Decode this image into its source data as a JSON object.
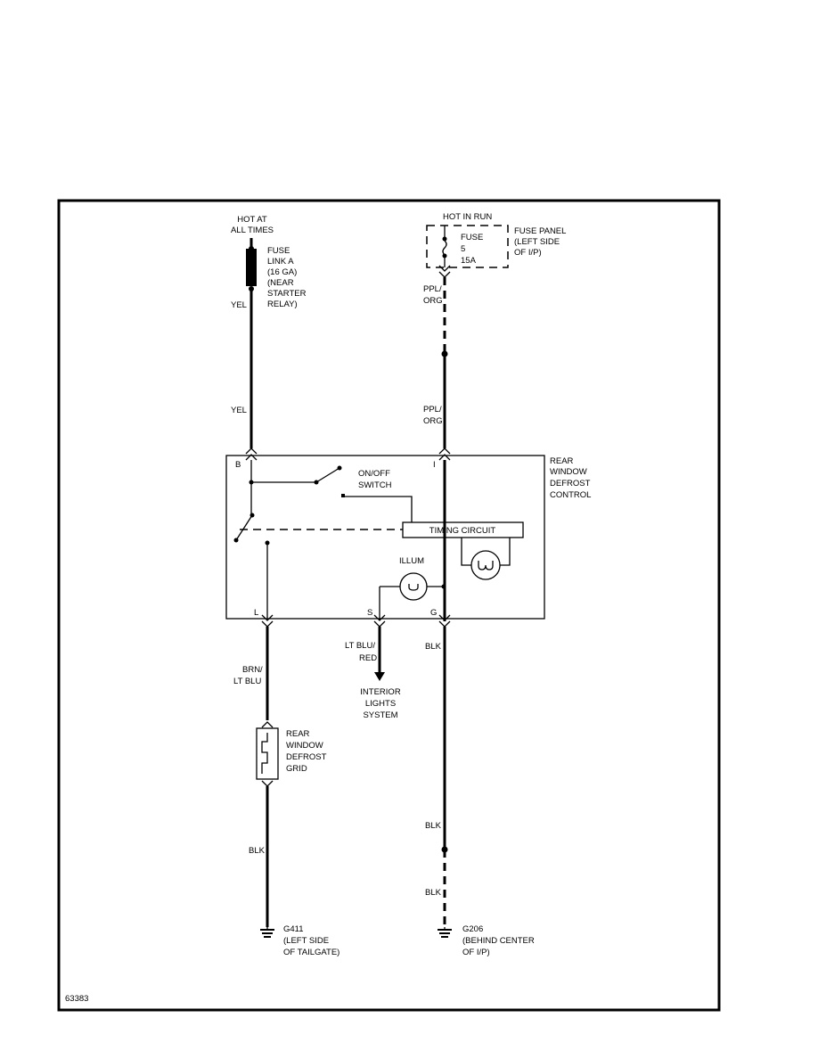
{
  "top_left": {
    "l1": "HOT AT",
    "l2": "ALL TIMES"
  },
  "fuse_link": {
    "l1": "FUSE",
    "l2": "LINK A",
    "l3": "(16 GA)",
    "l4": "(NEAR",
    "l5": "STARTER",
    "l6": "RELAY)"
  },
  "top_right": {
    "label": "HOT IN RUN"
  },
  "fuse": {
    "l1": "FUSE",
    "l2": "5",
    "l3": "15A"
  },
  "fuse_panel": {
    "l1": "FUSE PANEL",
    "l2": "(LEFT SIDE",
    "l3": "OF I/P)"
  },
  "wires": {
    "yel_upper": "YEL",
    "yel_lower": "YEL",
    "ppl_upper_1": "PPL/",
    "ppl_upper_2": "ORG",
    "ppl_lower_1": "PPL/",
    "ppl_lower_2": "ORG",
    "brn_1": "BRN/",
    "brn_2": "LT BLU",
    "ltblu_1": "LT BLU/",
    "ltblu_2": "RED",
    "blk_g": "BLK",
    "blk_mid": "BLK",
    "blk_low": "BLK",
    "blk_left": "BLK"
  },
  "control": {
    "l1": "REAR",
    "l2": "WINDOW",
    "l3": "DEFROST",
    "l4": "CONTROL"
  },
  "pins": {
    "b": "B",
    "i": "I",
    "l": "L",
    "s": "S",
    "g": "G"
  },
  "switch": {
    "l1": "ON/OFF",
    "l2": "SWITCH"
  },
  "timing": {
    "label": "TIMING CIRCUIT"
  },
  "illum": {
    "label": "ILLUM"
  },
  "interior": {
    "l1": "INTERIOR",
    "l2": "LIGHTS",
    "l3": "SYSTEM"
  },
  "grid": {
    "l1": "REAR",
    "l2": "WINDOW",
    "l3": "DEFROST",
    "l4": "GRID"
  },
  "g411": {
    "l1": "G411",
    "l2": "(LEFT SIDE",
    "l3": "OF TAILGATE)"
  },
  "g206": {
    "l1": "G206",
    "l2": "(BEHIND CENTER",
    "l3": "OF I/P)"
  },
  "figure_id": "63383"
}
